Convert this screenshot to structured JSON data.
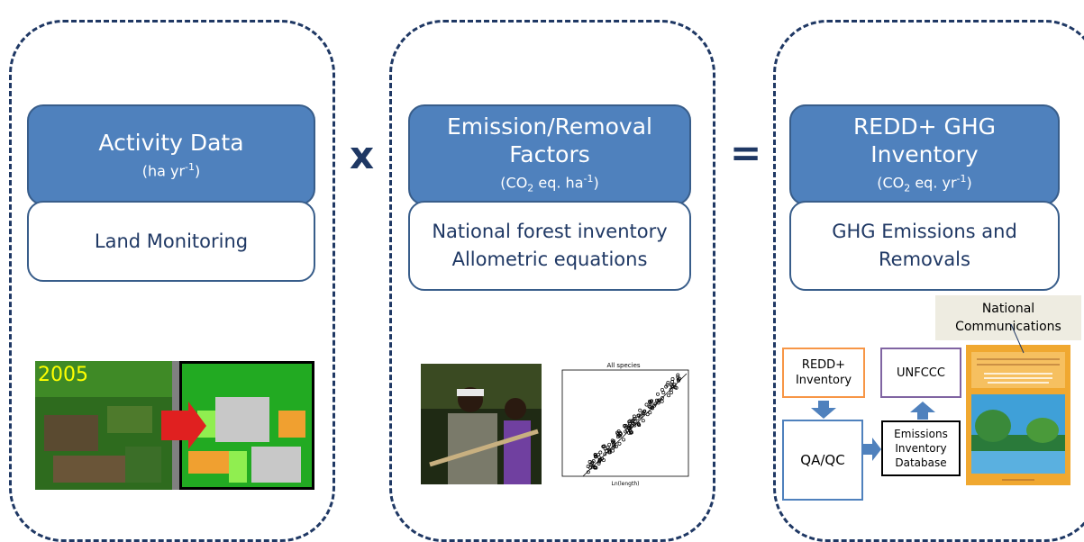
{
  "panels": {
    "activity": {
      "title": "Activity Data",
      "unit_pre": "(ha yr",
      "unit_sup": "-1",
      "unit_post": ")",
      "subtitle": "Land Monitoring",
      "map_year": "2005"
    },
    "factors": {
      "title_line1": "Emission/Removal",
      "title_line2": "Factors",
      "unit_pre": "(CO",
      "unit_sub": "2",
      "unit_mid": " eq. ha",
      "unit_sup": "-1",
      "unit_post": ")",
      "subtitle_line1": "National forest inventory",
      "subtitle_line2": "Allometric equations",
      "plot_title": "All species",
      "plot_xlabel": "Ln(length)"
    },
    "inventory": {
      "title_line1": "REDD+ GHG",
      "title_line2": "Inventory",
      "unit_pre": "(CO",
      "unit_sub": "2",
      "unit_mid": " eq. yr",
      "unit_sup": "-1",
      "unit_post": ")",
      "subtitle_line1": "GHG Emissions and",
      "subtitle_line2": "Removals"
    }
  },
  "operators": {
    "multiply": "x",
    "equals": "="
  },
  "flow": {
    "natcom_line1": "National",
    "natcom_line2": "Communications",
    "redd_line1": "REDD+",
    "redd_line2": "Inventory",
    "unfccc": "UNFCCC",
    "qaqc": "QA/QC",
    "eid_line1": "Emissions",
    "eid_line2": "Inventory",
    "eid_line3": "Database"
  },
  "colors": {
    "header_fill": "#4f81bd",
    "dark_navy": "#1f3864",
    "redd_border": "#f79646",
    "unfccc_border": "#8064a2"
  }
}
